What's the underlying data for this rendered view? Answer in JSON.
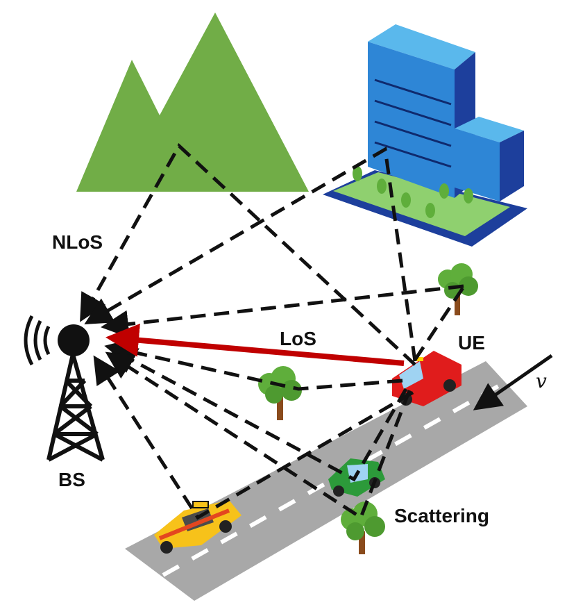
{
  "labels": {
    "nlos": "NLoS",
    "los": "LoS",
    "ue": "UE",
    "bs": "BS",
    "scattering": "Scattering",
    "velocity": "v"
  },
  "colors": {
    "mountain": "#71ad47",
    "building_dark": "#1d3f9c",
    "building_light": "#2e86d6",
    "road": "#a8a8a8",
    "los_arrow": "#c00000",
    "ue_vehicle": "#e01c1c",
    "green_car": "#2c9a3a",
    "taxi": "#f7c21a",
    "tree": "#5fae3b",
    "trunk": "#8a4b1c"
  }
}
